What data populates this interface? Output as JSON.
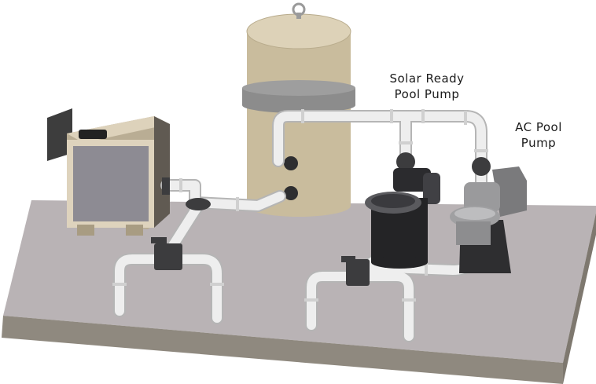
{
  "labels": {
    "solar_pump": [
      "Solar Ready",
      "Pool Pump"
    ],
    "ac_pump": [
      "AC Pool",
      "Pump"
    ]
  },
  "colors": {
    "platform_top": "#b9b3b5",
    "platform_side": "#8f897f",
    "pipe": "#eeeeee",
    "pipe_outline": "#b5b5b5",
    "filter_tank": "#c9bc9d",
    "filter_band": "#8c8c8c",
    "heater_body": "#ded3bd",
    "heater_panel": "#8d8b93",
    "pump_solar": "#2b2b2e",
    "pump_ac": "#8d8d8f",
    "valve": "#3c3c3e"
  },
  "icons": [
    "pool-filter-tank",
    "pool-heater",
    "solar-ready-pool-pump",
    "ac-pool-pump",
    "check-valve",
    "pvc-pipe"
  ]
}
